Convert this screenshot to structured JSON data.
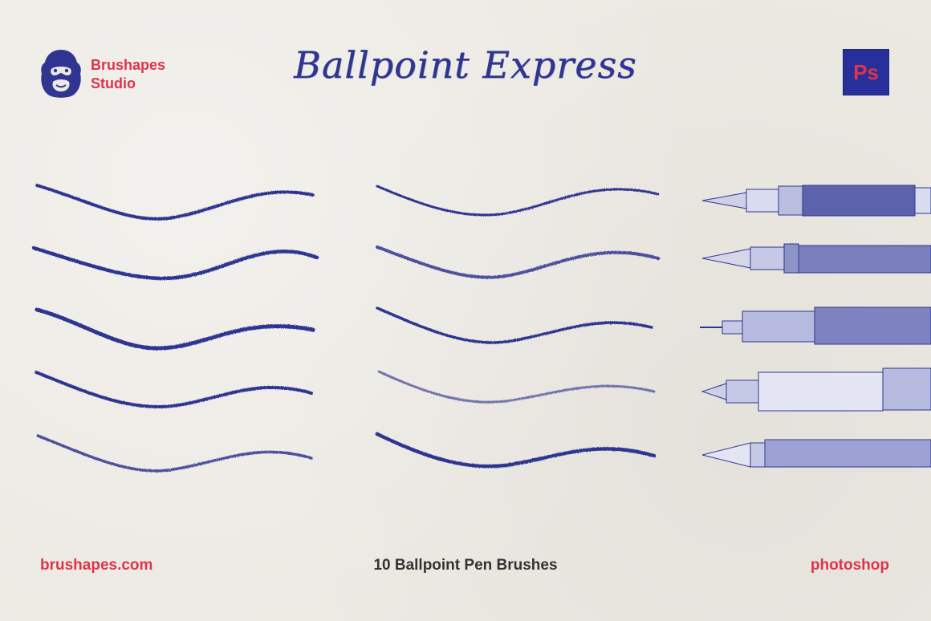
{
  "brand": {
    "line1": "Brushapes",
    "line2": "Studio"
  },
  "title": "Ballpoint Express",
  "badge": "Ps",
  "footer": {
    "website": "brushapes.com",
    "description": "10 Ballpoint Pen Brushes",
    "app": "photoshop"
  },
  "colors": {
    "ink": "#2f3591",
    "accent": "#e0334a",
    "paper": "#ece9e3"
  },
  "icons": [
    "gorilla-logo-icon",
    "photoshop-badge-icon",
    "ballpoint-pen-icon",
    "fountain-pen-icon",
    "technical-pen-icon",
    "fineliner-pen-icon",
    "pencil-icon"
  ]
}
